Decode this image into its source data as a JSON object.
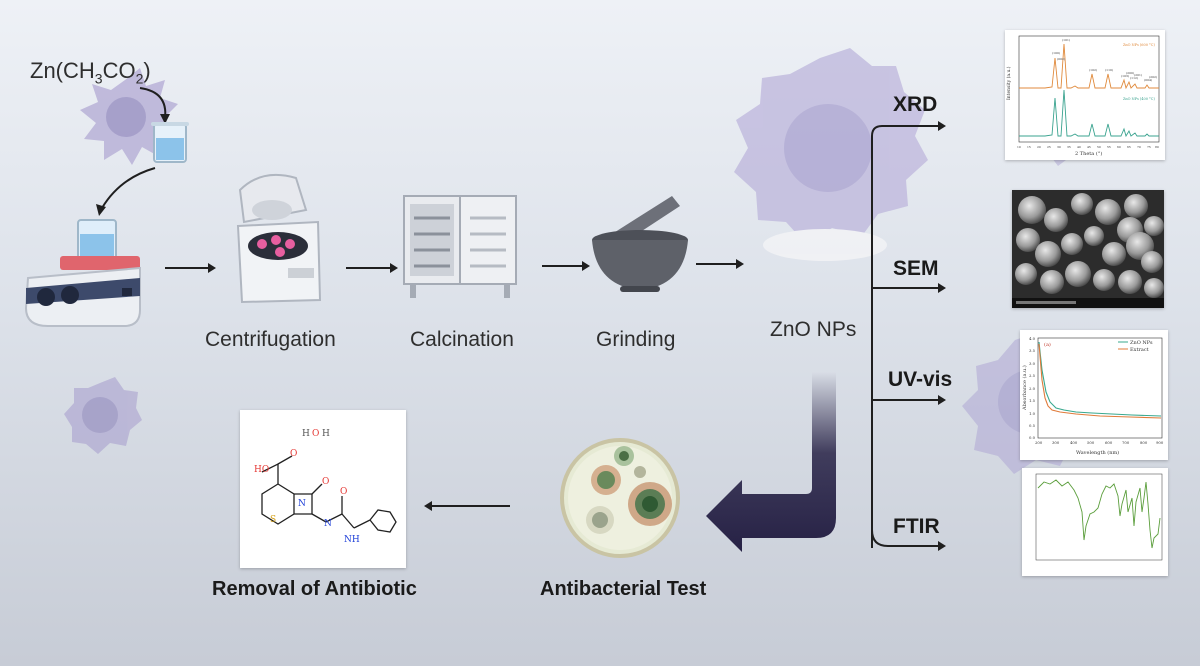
{
  "precursor": {
    "formula_main": "Zn(CH",
    "sub1": "3",
    "mid": "CO",
    "sub2": "2",
    "close": ")"
  },
  "steps": {
    "centrifugation": "Centrifugation",
    "calcination": "Calcination",
    "grinding": "Grinding",
    "product": "ZnO NPs"
  },
  "characterization": {
    "xrd": "XRD",
    "sem": "SEM",
    "uvvis": "UV-vis",
    "ftir": "FTIR"
  },
  "applications": {
    "antibacterial": "Antibacterial Test",
    "removal": "Removal of Antibiotic"
  },
  "molecule": {
    "water": "H   O   H",
    "atoms_o": "O",
    "atoms_h": "H",
    "atoms_n": "N",
    "atoms_s": "S",
    "label_ho": "HO",
    "label_nh2": "NH"
  },
  "uv_chart": {
    "panel_tag": "(a)",
    "legend": [
      "ZnO NPs",
      "Extract"
    ],
    "ylabel": "Absorbance (a.u.)",
    "xlabel": "Wavelength (nm)",
    "xticks": [
      "200",
      "300",
      "400",
      "500",
      "600",
      "700",
      "800",
      "900"
    ],
    "yticks": [
      "0.0",
      "0.5",
      "1.0",
      "1.5",
      "2.0",
      "2.5",
      "3.0",
      "3.5",
      "4.0"
    ]
  },
  "xrd_chart": {
    "ylabel": "Intensity (a.u.)",
    "xlabel": "2 Theta (°)",
    "series": [
      "ZnO NPs (600 °C)",
      "ZnO NPs (400 °C)"
    ],
    "peaks": [
      "(100)",
      "(002)",
      "(101)",
      "(102)",
      "(110)",
      "(103)",
      "(200)",
      "(112)",
      "(201)",
      "(004)",
      "(202)"
    ],
    "xticks": [
      "10",
      "15",
      "20",
      "25",
      "30",
      "35",
      "40",
      "45",
      "50",
      "55",
      "60",
      "65",
      "70",
      "75",
      "80"
    ]
  },
  "colors": {
    "arrow": "#1f1f1f",
    "big_arrow": "#262145",
    "xrd_top": "#e08a3c",
    "xrd_bottom": "#3aa38f",
    "uv_zno": "#39a88e",
    "uv_extract": "#e07b3a",
    "ftir": "#5b9e3c"
  }
}
